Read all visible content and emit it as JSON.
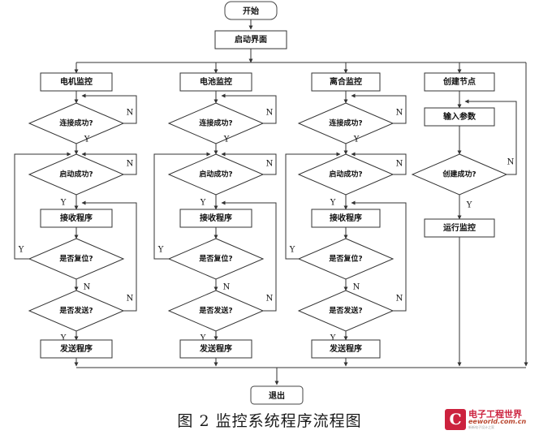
{
  "figure": {
    "caption": "图 2 监控系统程序流程图",
    "start_label": "开始",
    "startup_label": "启动界面",
    "exit_label": "退出"
  },
  "edge_labels": {
    "yes": "Y",
    "no": "N"
  },
  "columns": [
    {
      "id": "motor",
      "header": "电机监控",
      "steps": [
        {
          "type": "decision",
          "label": "连接成功?"
        },
        {
          "type": "decision",
          "label": "启动成功?"
        },
        {
          "type": "process",
          "label": "接收程序"
        },
        {
          "type": "decision",
          "label": "是否复位?"
        },
        {
          "type": "decision",
          "label": "是否发送?"
        },
        {
          "type": "process",
          "label": "发送程序"
        }
      ]
    },
    {
      "id": "battery",
      "header": "电池监控",
      "steps": [
        {
          "type": "decision",
          "label": "连接成功?"
        },
        {
          "type": "decision",
          "label": "启动成功?"
        },
        {
          "type": "process",
          "label": "接收程序"
        },
        {
          "type": "decision",
          "label": "是否复位?"
        },
        {
          "type": "decision",
          "label": "是否发送?"
        },
        {
          "type": "process",
          "label": "发送程序"
        }
      ]
    },
    {
      "id": "clutch",
      "header": "离合监控",
      "steps": [
        {
          "type": "decision",
          "label": "连接成功?"
        },
        {
          "type": "decision",
          "label": "启动成功?"
        },
        {
          "type": "process",
          "label": "接收程序"
        },
        {
          "type": "decision",
          "label": "是否复位?"
        },
        {
          "type": "decision",
          "label": "是否发送?"
        },
        {
          "type": "process",
          "label": "发送程序"
        }
      ]
    },
    {
      "id": "node",
      "header": "创建节点",
      "steps": [
        {
          "type": "process",
          "label": "输入参数"
        },
        {
          "type": "decision",
          "label": "创建成功?"
        },
        {
          "type": "process",
          "label": "运行监控"
        }
      ]
    }
  ],
  "watermark": {
    "mark": "C",
    "title": "电子工程世界",
    "domain": "eeworld.com.cn",
    "subtitle": "新新电子设计之家"
  },
  "colors": {
    "line": "#333333",
    "text": "#111111",
    "background": "#ffffff",
    "watermark_red": "#c8102e"
  }
}
